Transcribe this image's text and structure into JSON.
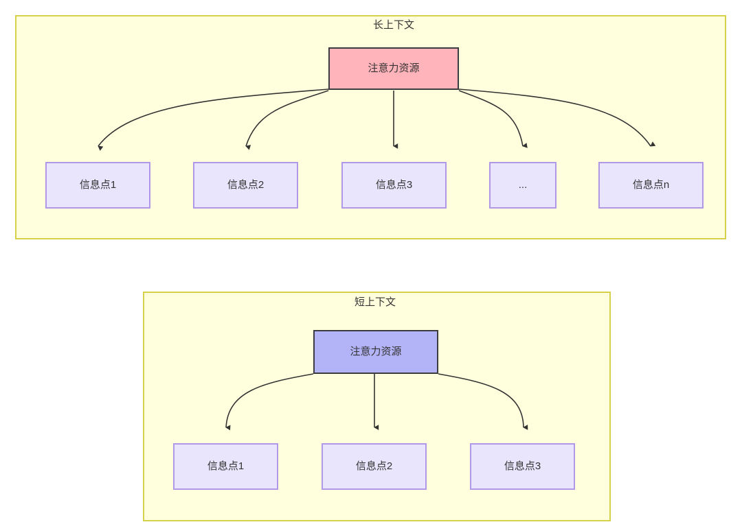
{
  "diagram": {
    "type": "attention-allocation-comparison",
    "sections": [
      {
        "id": "long-context",
        "title": "长上下文",
        "root": {
          "label": "注意力资源",
          "fill": "#ffb3ba",
          "border": "#3b3b40"
        },
        "children": [
          {
            "label": "信息点1"
          },
          {
            "label": "信息点2"
          },
          {
            "label": "信息点3"
          },
          {
            "label": "..."
          },
          {
            "label": "信息点n"
          }
        ]
      },
      {
        "id": "short-context",
        "title": "短上下文",
        "root": {
          "label": "注意力资源",
          "fill": "#b3b3f7",
          "border": "#3b3b40"
        },
        "children": [
          {
            "label": "信息点1"
          },
          {
            "label": "信息点2"
          },
          {
            "label": "信息点3"
          }
        ]
      }
    ],
    "colors": {
      "group_fill": "#ffffdd",
      "group_border": "#d6d14a",
      "node_fill": "#e8e5fd",
      "node_border": "#b197e8",
      "edge": "#333333",
      "text": "#333333",
      "page_background": "#ffffff"
    }
  }
}
